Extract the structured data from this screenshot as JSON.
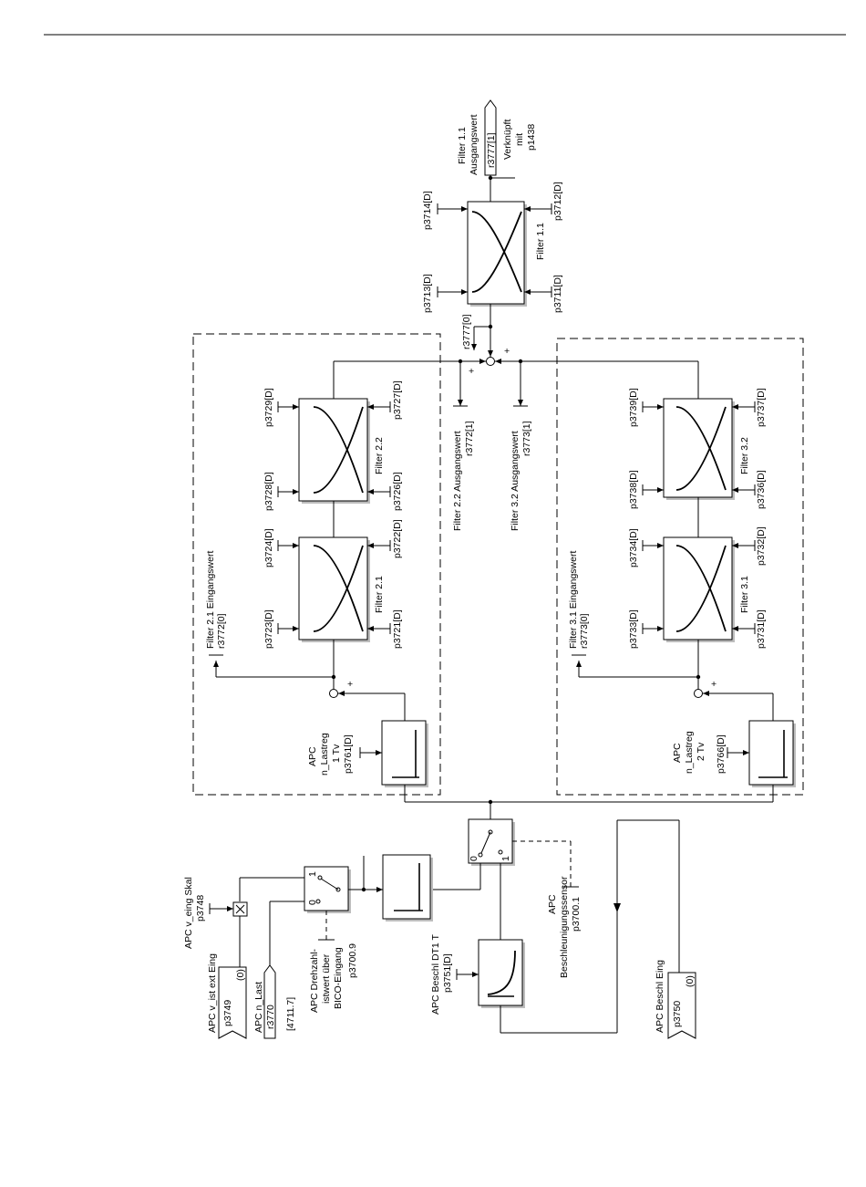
{
  "labels": {
    "filter11": "Filter 1.1",
    "filter11_out": "Ausgangswert",
    "r3777_1": "r3777[1]",
    "verknuepft": "Verknüpft",
    "mit": "mit",
    "p1438": "p1438",
    "p3714": "p3714[D]",
    "p3713": "p3713[D]",
    "p3712": "p3712[D]",
    "p3711": "p3711[D]",
    "filter11_box": "Filter 1.1",
    "r3777_0": "r3777[0]",
    "p3729": "p3729[D]",
    "p3728": "p3728[D]",
    "p3727": "p3727[D]",
    "p3726": "p3726[D]",
    "filter22": "Filter 2.2",
    "p3724": "p3724[D]",
    "p3723": "p3723[D]",
    "p3722": "p3722[D]",
    "p3721": "p3721[D]",
    "filter21": "Filter 2.1",
    "filter21_in": "Filter 2.1 Eingangswert",
    "r3772_0": "r3772[0]",
    "filter22_out": "Filter 2.2 Ausgangswert",
    "r3772_1": "r3772[1]",
    "filter32_out": "Filter 3.2 Ausgangswert",
    "r3773_1": "r3773[1]",
    "p3739": "p3739[D]",
    "p3738": "p3738[D]",
    "p3737": "p3737[D]",
    "p3736": "p3736[D]",
    "filter32": "Filter 3.2",
    "p3734": "p3734[D]",
    "p3733": "p3733[D]",
    "p3732": "p3732[D]",
    "p3731": "p3731[D]",
    "filter31": "Filter 3.1",
    "filter31_in": "Filter 3.1 Eingangswert",
    "r3773_0": "r3773[0]",
    "apc1": "APC",
    "nlastreg1": "n_Lastreg",
    "tv1": "1 Tv",
    "p3761": "p3761[D]",
    "apc2": "APC",
    "nlastreg2": "n_Lastreg",
    "tv2": "2 Tv",
    "p3766": "p3766[D]",
    "plus1": "+",
    "plus2": "+",
    "plus3": "+",
    "plus4": "+",
    "apc_veing": "APC v_eing Skal",
    "p3748": "p3748",
    "apc_vist": "APC v_ist ext Eing",
    "p3749": "p3749",
    "zero1": "(0)",
    "apc_nlast": "APC n_Last",
    "r3770": "r3770",
    "ref4711": "[4711.7]",
    "drehzahl1": "APC Drehzahl-",
    "drehzahl2": "istwert über",
    "drehzahl3": "BICO-Eingang",
    "p3700_9": "p3700.9",
    "sw1_1": "1",
    "sw1_0": "0",
    "beschl_dt1": "APC Beschl DT1 T",
    "p3751": "p3751[D]",
    "sw2_0": "0",
    "sw2_1": "1",
    "apc_sensor1": "APC",
    "apc_sensor2": "Beschleunigungssensor",
    "p3700_1": "p3700.1",
    "apc_beschl_eing": "APC Beschl Eing",
    "p3750": "p3750",
    "zero2": "(0)"
  }
}
